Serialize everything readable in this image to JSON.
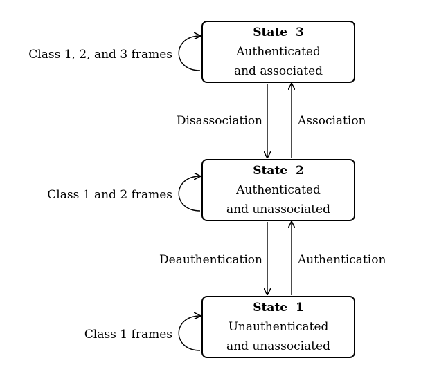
{
  "states": {
    "s3": {
      "title": "State 3",
      "line1": "Authenticated",
      "line2": "and associated",
      "loop_label": "Class 1, 2, and 3 frames"
    },
    "s2": {
      "title": "State 2",
      "line1": "Authenticated",
      "line2": "and unassociated",
      "loop_label": "Class 1 and 2 frames"
    },
    "s1": {
      "title": "State 1",
      "line1": "Unauthenticated",
      "line2": "and unassociated",
      "loop_label": "Class 1 frames"
    }
  },
  "transitions": {
    "disassociation": "Disassociation",
    "association": "Association",
    "deauthentication": "Deauthentication",
    "authentication": "Authentication"
  }
}
